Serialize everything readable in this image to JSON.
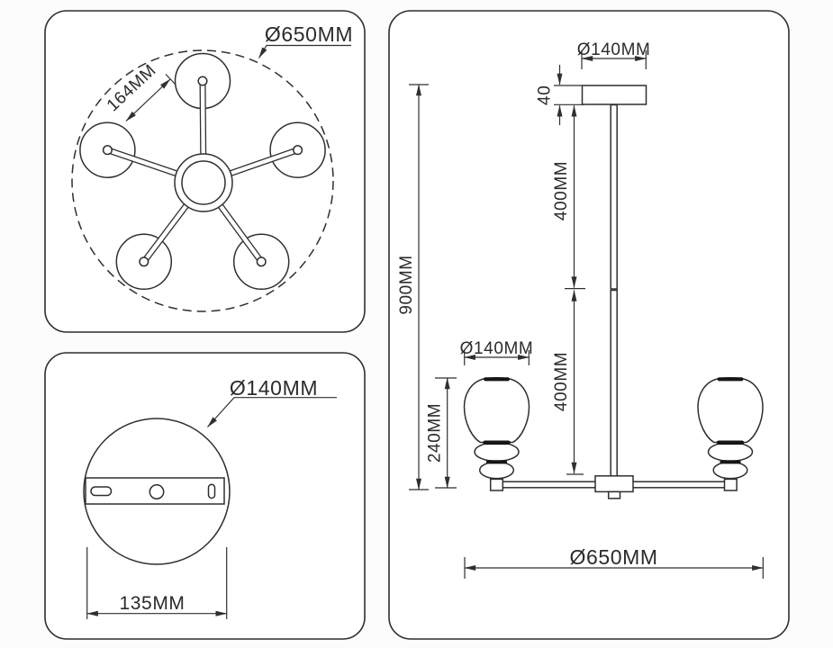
{
  "top_view": {
    "overall_diameter": "Ø650MM",
    "arm_pitch": "164MM"
  },
  "mount_view": {
    "canopy_diameter": "Ø140MM",
    "hole_spacing": "135MM"
  },
  "side_view": {
    "canopy_diameter": "Ø140MM",
    "canopy_height": "40",
    "upper_rod_length": "400MM",
    "lower_rod_length": "400MM",
    "total_height": "900MM",
    "shade_diameter": "Ø140MM",
    "shade_height": "240MM",
    "overall_diameter": "Ø650MM"
  },
  "colors": {
    "line": "#2f2f2f",
    "cap_fill": "#161616",
    "background": "#fcfcfc",
    "panel_fill": "#ffffff"
  }
}
